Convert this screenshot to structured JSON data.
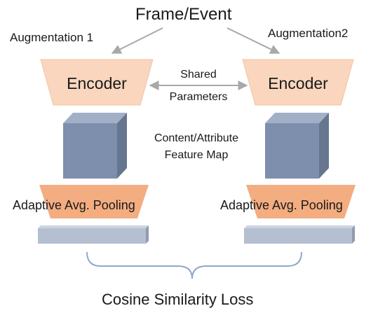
{
  "title": "Frame/Event",
  "augmentations": [
    "Augmentation 1",
    "Augmentation2"
  ],
  "encoder_label": "Encoder",
  "shared": {
    "line1": "Shared",
    "line2": "Parameters"
  },
  "feature_map": {
    "line1": "Content/Attribute",
    "line2": "Feature Map"
  },
  "pooling_label": "Adaptive Avg. Pooling",
  "loss_label": "Cosine Similarity Loss",
  "colors": {
    "encoder_fill": "#f9d6bd",
    "encoder_stroke": "#f3c5a4",
    "pooling_fill": "#f3ad80",
    "cube_front": "#7e8fad",
    "cube_top": "#a2b0c7",
    "cube_side": "#66768f",
    "vector_fill": "#b4bfd1",
    "bracket": "#8fa8c9",
    "arrow": "#a8a8a8"
  }
}
